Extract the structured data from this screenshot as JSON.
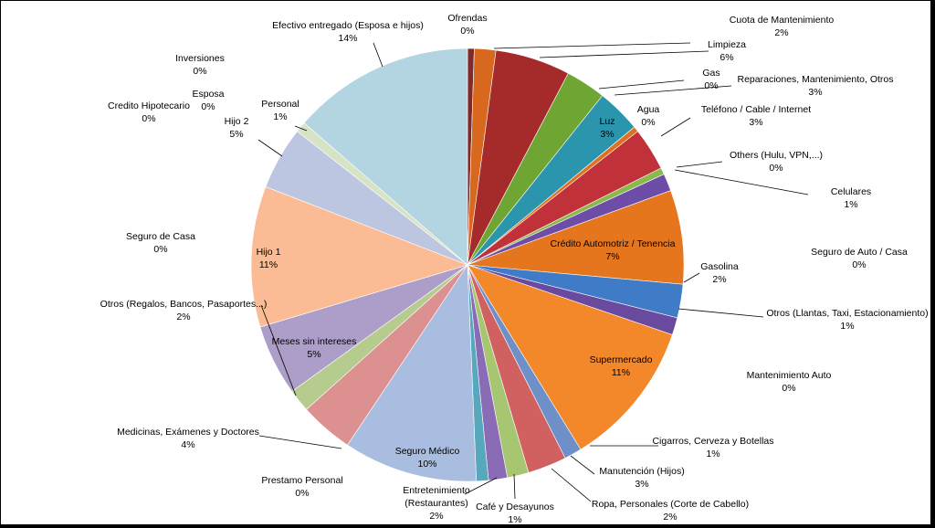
{
  "chart_data": {
    "type": "pie",
    "slices": [
      {
        "name": "Ofrendas",
        "pct": "0%",
        "value": 0.5,
        "color": "#7f2a2a"
      },
      {
        "name": "Cuota de Mantenimiento",
        "pct": "2%",
        "value": 1.6,
        "color": "#d8681d"
      },
      {
        "name": "Limpieza",
        "pct": "6%",
        "value": 5.6,
        "color": "#a52a2a"
      },
      {
        "name": "Gas",
        "pct": "0%",
        "value": 0.0,
        "color": "#4b6e26"
      },
      {
        "name": "Reparaciones, Mantenimiento, Otros",
        "pct": "3%",
        "value": 3.0,
        "color": "#6fa533"
      },
      {
        "name": "Luz",
        "pct": "3%",
        "value": 3.3,
        "color": "#2b95ae"
      },
      {
        "name": "Agua",
        "pct": "0%",
        "value": 0.4,
        "color": "#e0701f"
      },
      {
        "name": "Teléfono / Cable / Internet",
        "pct": "3%",
        "value": 3.2,
        "color": "#c0313a"
      },
      {
        "name": "Others (Hulu, VPN,...)",
        "pct": "0%",
        "value": 0.5,
        "color": "#8ab84a"
      },
      {
        "name": "Celulares",
        "pct": "1%",
        "value": 1.3,
        "color": "#6e4da8"
      },
      {
        "name": "Crédito Automotriz / Tenencia",
        "pct": "7%",
        "value": 7.0,
        "color": "#e6761e"
      },
      {
        "name": "Seguro de Auto / Casa",
        "pct": "0%",
        "value": 0.0,
        "color": "#f28c3a"
      },
      {
        "name": "Gasolina",
        "pct": "2%",
        "value": 2.5,
        "color": "#3f7bc6"
      },
      {
        "name": "Otros (Llantas, Taxi, Estacionamiento)",
        "pct": "1%",
        "value": 1.3,
        "color": "#6a4a9e"
      },
      {
        "name": "Supermercado",
        "pct": "11%",
        "value": 11.0,
        "color": "#f2882a"
      },
      {
        "name": "Mantenimiento Auto",
        "pct": "0%",
        "value": 0.0,
        "color": "#d97a22"
      },
      {
        "name": "Cigarros, Cerveza y Botellas",
        "pct": "1%",
        "value": 1.3,
        "color": "#6f8fc9"
      },
      {
        "name": "Manutención (Hijos)",
        "pct": "3%",
        "value": 2.9,
        "color": "#d16060"
      },
      {
        "name": "Ropa, Personales (Corte de Cabello)",
        "pct": "2%",
        "value": 1.6,
        "color": "#a6c672"
      },
      {
        "name": "Café y Desayunos",
        "pct": "1%",
        "value": 1.4,
        "color": "#8a6cb6"
      },
      {
        "name": "Entretenimiento (Restaurantes)",
        "pct": "2%",
        "value": 0.9,
        "color": "#58a8bd"
      },
      {
        "name": "Seguro Médico",
        "pct": "10%",
        "value": 10.0,
        "color": "#a9bde0"
      },
      {
        "name": "Prestamo Personal",
        "pct": "0%",
        "value": 0.0,
        "color": "#c98f8f"
      },
      {
        "name": "Medicinas, Exámenes y Doctores",
        "pct": "4%",
        "value": 4.0,
        "color": "#dd9090"
      },
      {
        "name": "Otros (Regalos, Bancos, Pasaportes...)",
        "pct": "2%",
        "value": 1.7,
        "color": "#b5cc8e"
      },
      {
        "name": "Meses sin intereses",
        "pct": "5%",
        "value": 5.3,
        "color": "#ac9ec9"
      },
      {
        "name": "Seguro de Casa",
        "pct": "0%",
        "value": 0.0,
        "color": "#f7b180"
      },
      {
        "name": "Hijo 1",
        "pct": "11%",
        "value": 10.5,
        "color": "#fbbc95"
      },
      {
        "name": "Hijo 2",
        "pct": "5%",
        "value": 4.7,
        "color": "#bcc6e0"
      },
      {
        "name": "Credito Hipotecario",
        "pct": "0%",
        "value": 0.0,
        "color": "#e8c4c4"
      },
      {
        "name": "Esposa",
        "pct": "0%",
        "value": 0.0,
        "color": "#d2dfbe"
      },
      {
        "name": "Inversiones",
        "pct": "0%",
        "value": 0.0,
        "color": "#d6cfe2"
      },
      {
        "name": "Personal",
        "pct": "1%",
        "value": 0.8,
        "color": "#d6e3c4"
      },
      {
        "name": "Efectivo entregado (Esposa e hijos)",
        "pct": "14%",
        "value": 13.6,
        "color": "#b3d5e1"
      }
    ]
  }
}
